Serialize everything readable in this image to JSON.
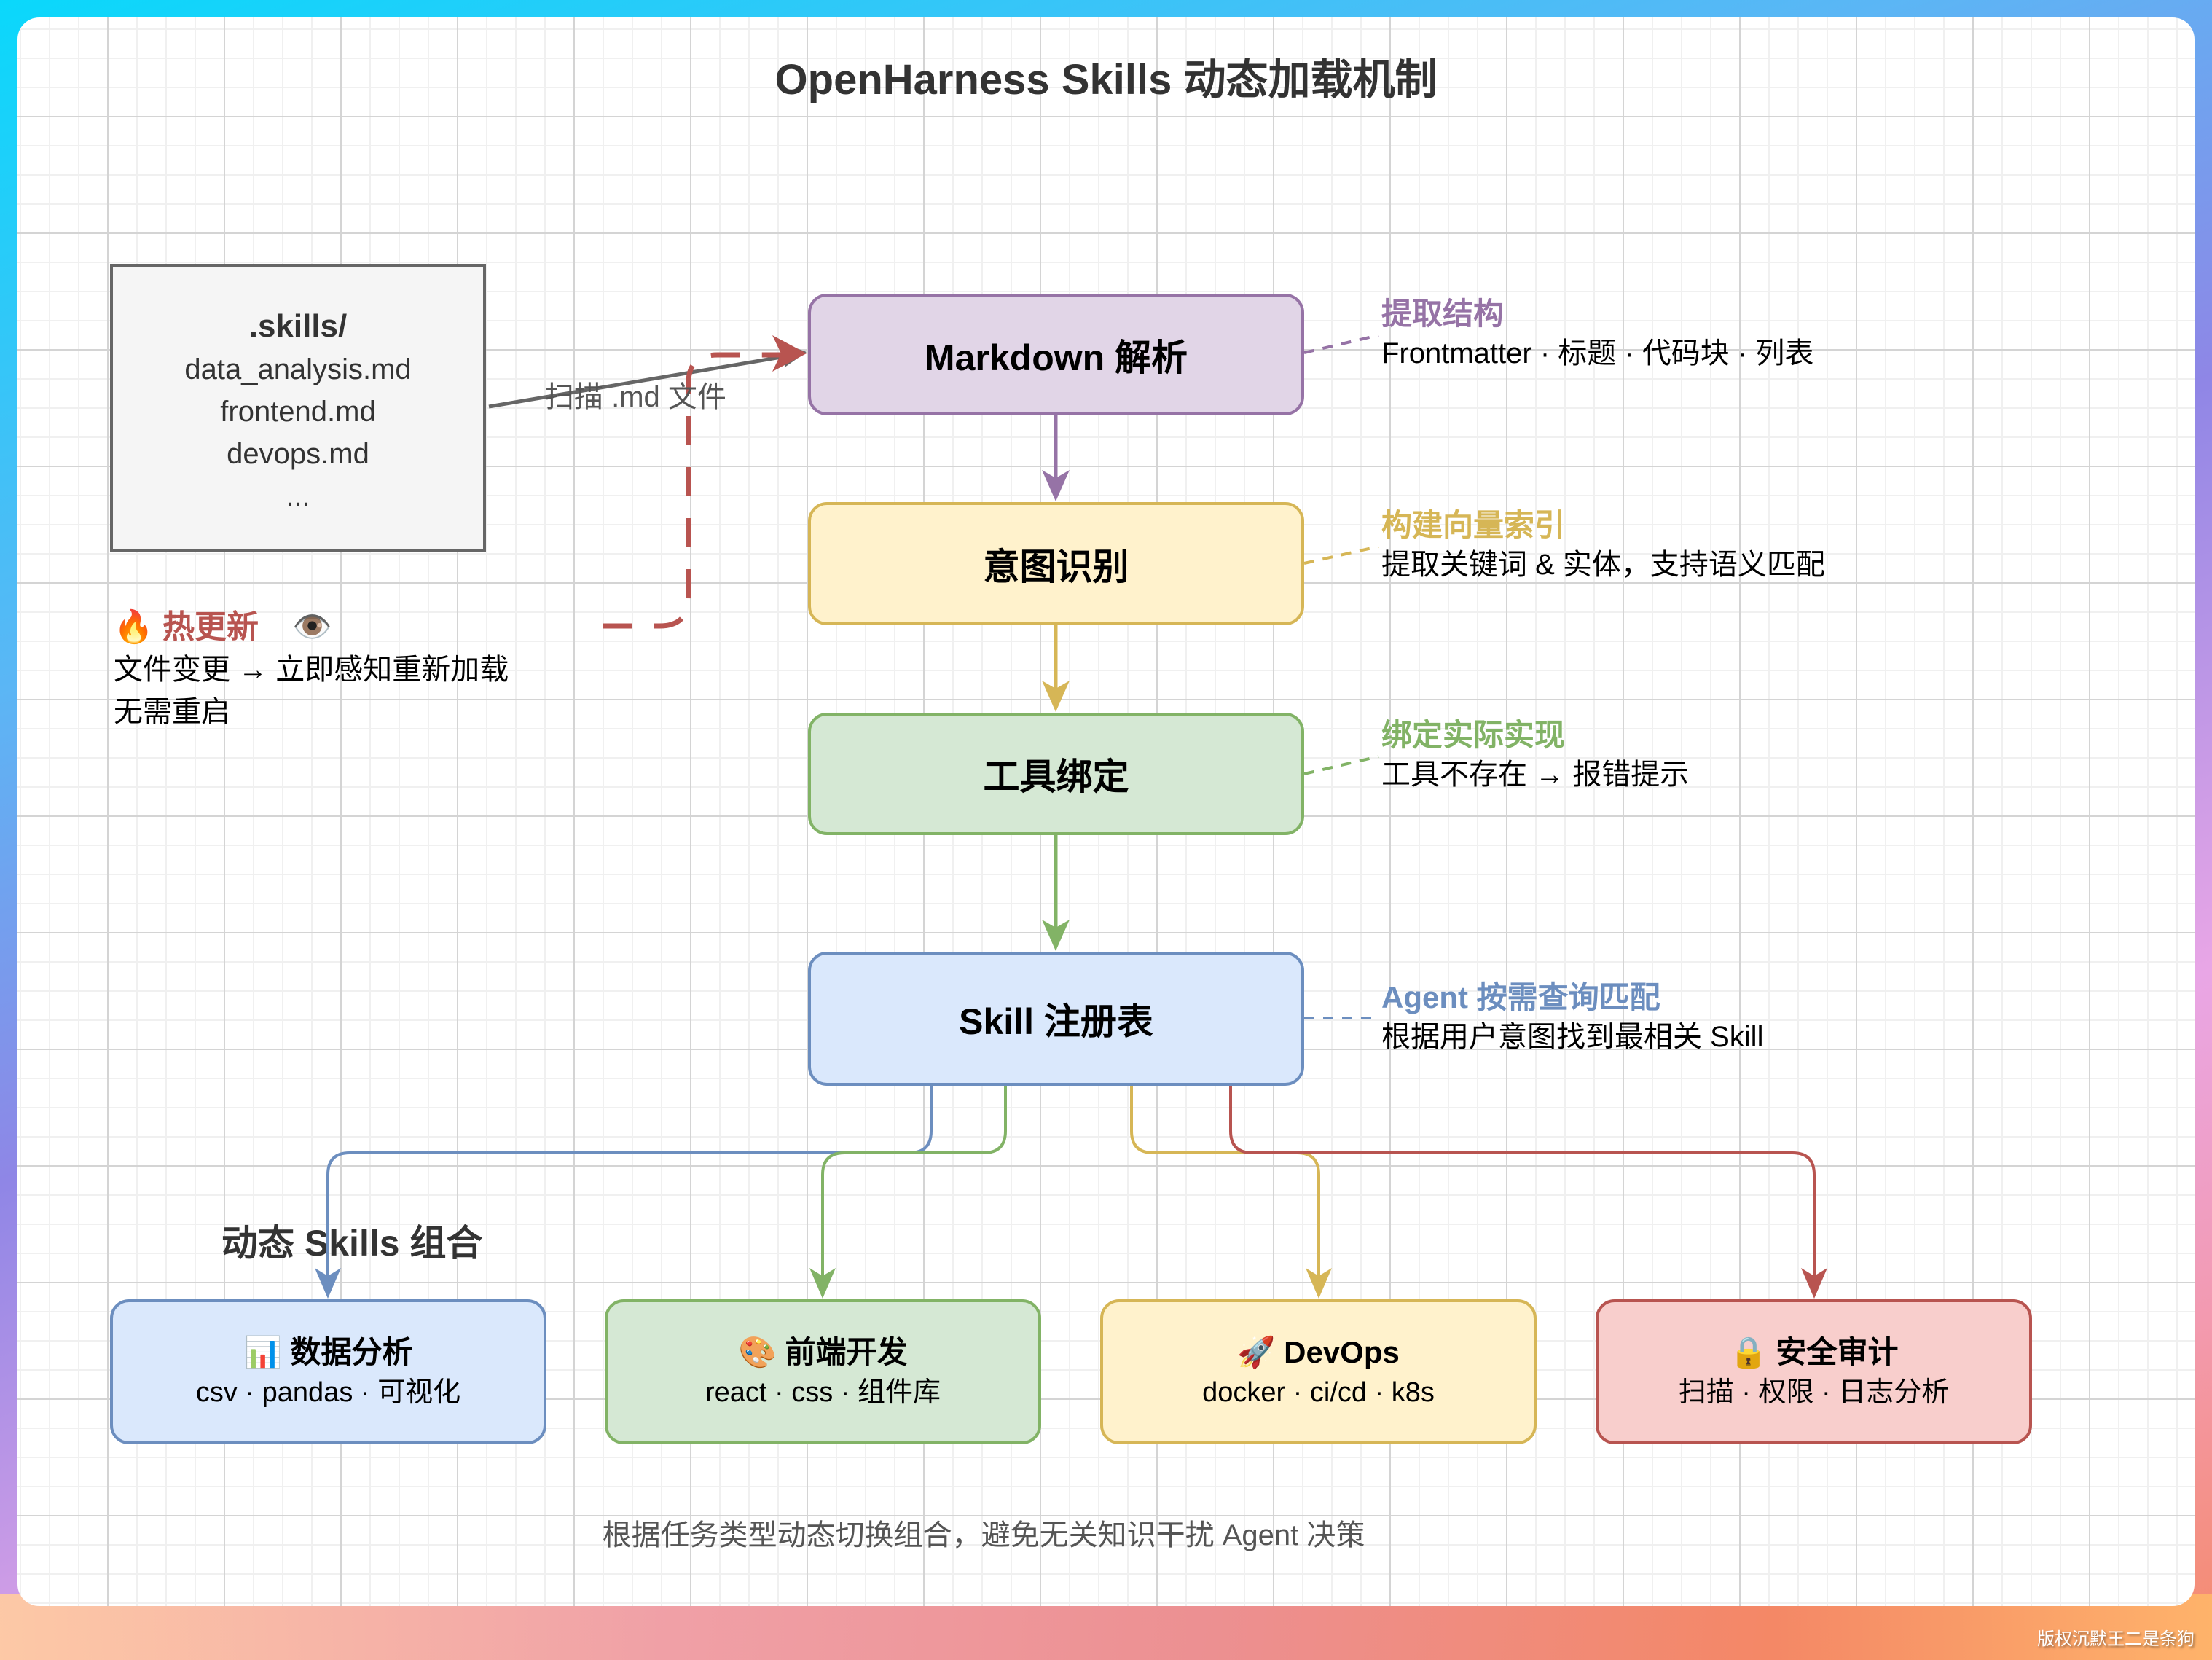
{
  "title": "OpenHarness Skills 动态加载机制",
  "folder": {
    "title": ".skills/",
    "files": [
      "data_analysis.md",
      "frontend.md",
      "devops.md",
      "..."
    ]
  },
  "scan_label": "扫描 .md 文件",
  "hot_reload": {
    "icon": "🔥",
    "title": "热更新",
    "eye_icon": "👁️",
    "lines": [
      "文件变更 → 立即感知重新加载",
      "无需重启"
    ]
  },
  "pipeline": [
    {
      "label": "Markdown 解析",
      "note_title": "提取结构",
      "note_desc": "Frontmatter · 标题 · 代码块 · 列表",
      "fill": "#e1d5e7",
      "stroke": "#9673a6"
    },
    {
      "label": "意图识别",
      "note_title": "构建向量索引",
      "note_desc": "提取关键词 & 实体，支持语义匹配",
      "fill": "#fff2cc",
      "stroke": "#d6b656"
    },
    {
      "label": "工具绑定",
      "note_title": "绑定实际实现",
      "note_desc": "工具不存在 → 报错提示",
      "fill": "#d5e8d4",
      "stroke": "#82b366"
    },
    {
      "label": "Skill 注册表",
      "note_title": "Agent 按需查询匹配",
      "note_desc": "根据用户意图找到最相关 Skill",
      "fill": "#dae8fc",
      "stroke": "#6c8ebf"
    }
  ],
  "combo_label": "动态 Skills 组合",
  "skills": [
    {
      "icon": "📊",
      "title": "数据分析",
      "sub": "csv · pandas · 可视化",
      "fill": "#dae8fc",
      "stroke": "#6c8ebf"
    },
    {
      "icon": "🎨",
      "title": "前端开发",
      "sub": "react · css · 组件库",
      "fill": "#d5e8d4",
      "stroke": "#82b366"
    },
    {
      "icon": "🚀",
      "title": "DevOps",
      "sub": "docker · ci/cd · k8s",
      "fill": "#fff2cc",
      "stroke": "#d6b656"
    },
    {
      "icon": "🔒",
      "title": "安全审计",
      "sub": "扫描 · 权限 · 日志分析",
      "fill": "#f8cecc",
      "stroke": "#b85450"
    }
  ],
  "footer": "根据任务类型动态切换组合，避免无关知识干扰 Agent 决策",
  "copyright": "版权沉默王二是条狗",
  "colors": {
    "scan_arrow": "#666666",
    "hot_reload": "#b85450"
  }
}
